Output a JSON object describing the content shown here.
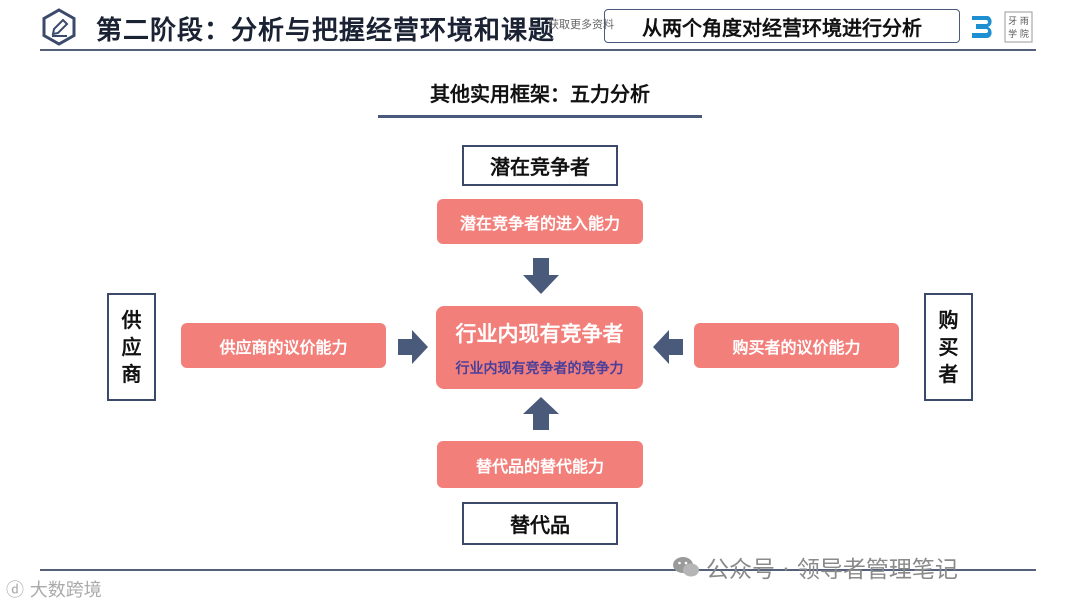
{
  "header": {
    "title": "第二阶段：分析与把握经营环境和课题",
    "overlay_text": "获取更多资料",
    "tag": "从两个角度对经营环境进行分析",
    "logo_text": "牙 雨 学 院"
  },
  "subtitle": "其他实用框架：五力分析",
  "diagram": {
    "top_box": "潜在竞争者",
    "top_pill": "潜在竞争者的进入能力",
    "left_box_chars": [
      "供",
      "应",
      "商"
    ],
    "left_pill": "供应商的议价能力",
    "center_title": "行业内现有竞争者",
    "center_sub": "行业内现有竞争者的竞争力",
    "right_pill": "购买者的议价能力",
    "right_box_chars": [
      "购",
      "买",
      "者"
    ],
    "bottom_pill": "替代品的替代能力",
    "bottom_box": "替代品"
  },
  "footer": {
    "wechat": "公众号 · 领导者管理笔记",
    "corner": "大数跨境"
  },
  "colors": {
    "accent": "#f37f7b",
    "navy": "#3b4a6b",
    "arrow": "#4a5a7a"
  }
}
